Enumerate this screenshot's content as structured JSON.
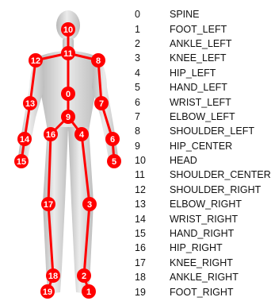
{
  "colors": {
    "skeleton": "#ff0000",
    "joint_label": "#ffffff",
    "body": "#cfcfcf"
  },
  "joints": [
    {
      "id": 0,
      "label": "0",
      "name": "SPINE"
    },
    {
      "id": 1,
      "label": "1",
      "name": "FOOT_LEFT"
    },
    {
      "id": 2,
      "label": "2",
      "name": "ANKLE_LEFT"
    },
    {
      "id": 3,
      "label": "3",
      "name": "KNEE_LEFT"
    },
    {
      "id": 4,
      "label": "4",
      "name": "HIP_LEFT"
    },
    {
      "id": 5,
      "label": "5",
      "name": "HAND_LEFT"
    },
    {
      "id": 6,
      "label": "6",
      "name": "WRIST_LEFT"
    },
    {
      "id": 7,
      "label": "7",
      "name": "ELBOW_LEFT"
    },
    {
      "id": 8,
      "label": "8",
      "name": "SHOULDER_LEFT"
    },
    {
      "id": 9,
      "label": "9",
      "name": "HIP_CENTER"
    },
    {
      "id": 10,
      "label": "10",
      "name": "HEAD"
    },
    {
      "id": 11,
      "label": "11",
      "name": "SHOULDER_CENTER"
    },
    {
      "id": 12,
      "label": "12",
      "name": "SHOULDER_RIGHT"
    },
    {
      "id": 13,
      "label": "13",
      "name": "ELBOW_RIGHT"
    },
    {
      "id": 14,
      "label": "14",
      "name": "WRIST_RIGHT"
    },
    {
      "id": 15,
      "label": "15",
      "name": "HAND_RIGHT"
    },
    {
      "id": 16,
      "label": "16",
      "name": "HIP_RIGHT"
    },
    {
      "id": 17,
      "label": "17",
      "name": "KNEE_RIGHT"
    },
    {
      "id": 18,
      "label": "18",
      "name": "ANKLE_RIGHT"
    },
    {
      "id": 19,
      "label": "19",
      "name": "FOOT_RIGHT"
    }
  ],
  "bones": [
    [
      10,
      11
    ],
    [
      11,
      12
    ],
    [
      11,
      8
    ],
    [
      11,
      0
    ],
    [
      0,
      9
    ],
    [
      12,
      13
    ],
    [
      13,
      14
    ],
    [
      14,
      15
    ],
    [
      8,
      7
    ],
    [
      7,
      6
    ],
    [
      6,
      5
    ],
    [
      9,
      16
    ],
    [
      9,
      4
    ],
    [
      16,
      17
    ],
    [
      17,
      18
    ],
    [
      18,
      19
    ],
    [
      4,
      3
    ],
    [
      3,
      2
    ],
    [
      2,
      1
    ]
  ]
}
